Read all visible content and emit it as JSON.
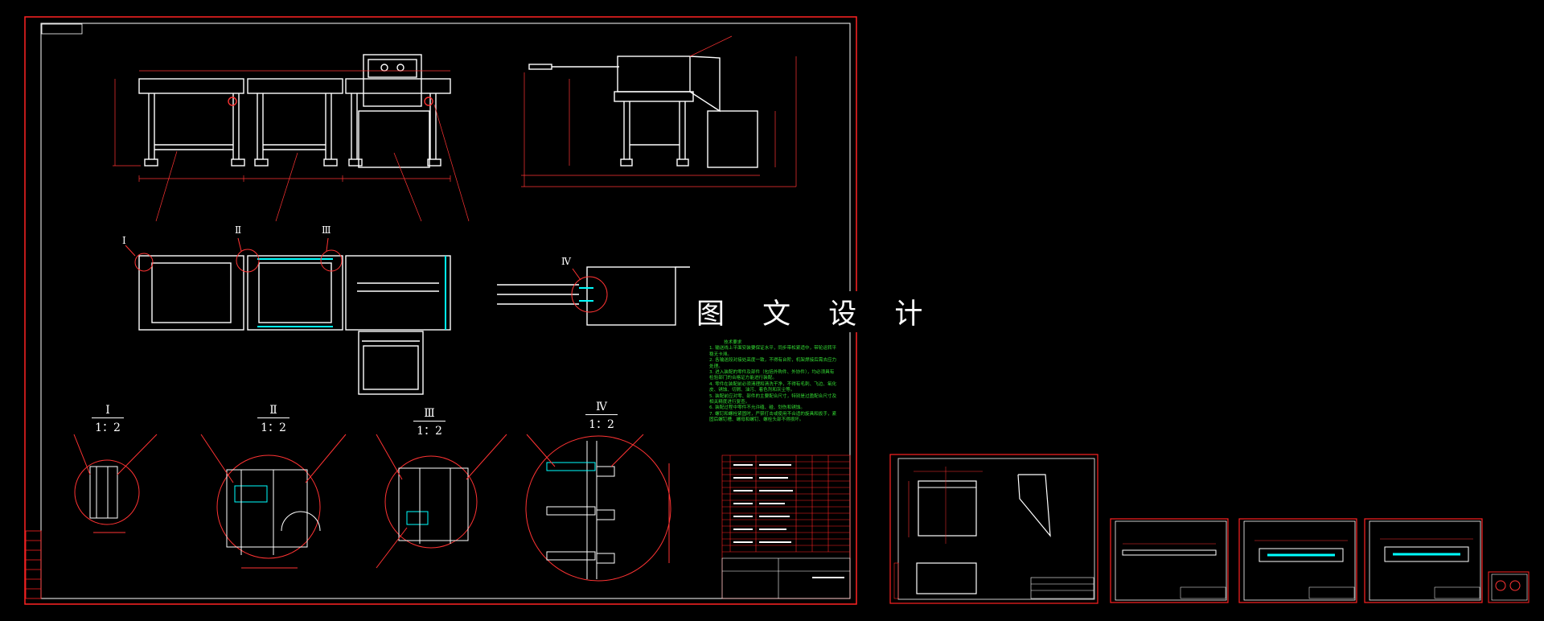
{
  "watermark": "图 文 设 计",
  "technical_notes": {
    "title": "技术要求",
    "items": [
      "1. 输送线上平面安装要保证水平，同步带松紧适中，带轮运转平稳无卡滞。",
      "2. 各输送段对接处高度一致，不得有台阶，机架焊接后需去应力处理。",
      "3. 进入装配的零件及部件（包括外购件、外协件），均必须具有检验部门的合格证方能进行装配。",
      "4. 零件在装配前必须清理和清洗干净，不得有毛刺、飞边、氧化皮、锈蚀、切屑、油污、着色剂和灰尘等。",
      "5. 装配前应对零、部件的主要配合尺寸，特别是过盈配合尺寸及相关精度进行复查。",
      "6. 装配过程中零件不允许磕、碰、划伤和锈蚀。",
      "7. 螺钉和螺栓紧固时，严禁打击或使用不合适的旋具和扳手，紧固后螺钉槽、螺母和螺钉、螺栓头部不得损坏。"
    ]
  },
  "detail_views": [
    {
      "roman": "Ⅰ",
      "scale": "1：2"
    },
    {
      "roman": "Ⅱ",
      "scale": "1：2"
    },
    {
      "roman": "Ⅲ",
      "scale": "1：2"
    },
    {
      "roman": "Ⅳ",
      "scale": "1：2"
    }
  ],
  "callouts": [
    "Ⅰ",
    "Ⅱ",
    "Ⅲ",
    "Ⅳ"
  ],
  "colors": {
    "background": "#000000",
    "frame": "#ff2222",
    "geometry": "#ffffff",
    "accent": "#00ffff",
    "dimension": "#ff3333",
    "notes": "#33dd33"
  }
}
